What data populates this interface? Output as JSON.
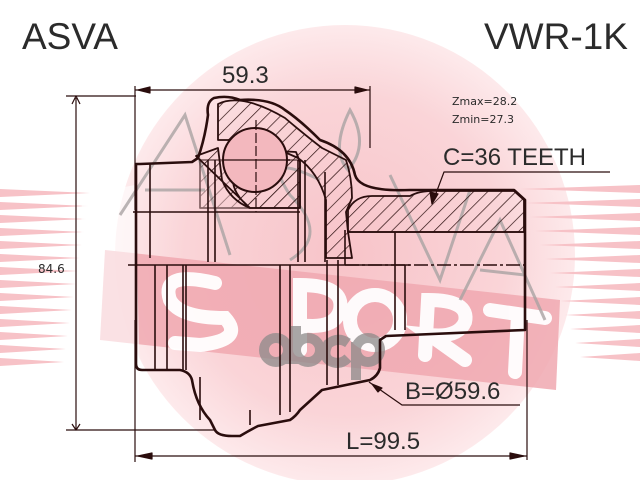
{
  "header": {
    "brand": "ASVA",
    "part_number": "VWR-1K"
  },
  "dimensions": {
    "top_width": "59.3",
    "overall_height": "84.6",
    "length": "L=99.5",
    "bore_diameter": "B=Ø59.6",
    "spline_teeth": "C=36 TEETH",
    "z_max": "Zmax=28.2",
    "z_min": "Zmin=27.3"
  },
  "watermark": {
    "logo_text_top": "ASVA",
    "logo_text_bottom": "SPORT",
    "overlay_text": "abcp",
    "colors": {
      "pink": "#f7c4c8",
      "red": "#e8a0a8",
      "gray": "#8c8c8c"
    }
  },
  "colors": {
    "line": "#2a0d0d",
    "text": "#2b2b2b",
    "background": "#ffffff"
  }
}
